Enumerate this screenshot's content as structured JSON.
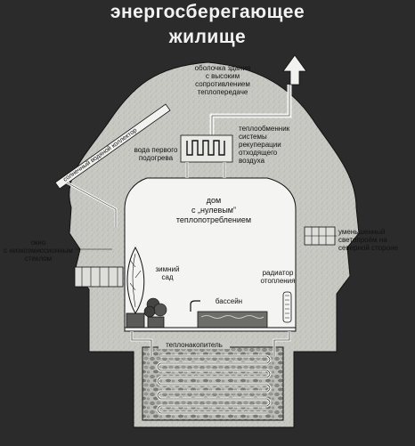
{
  "title": {
    "line1": "энергосберегающее",
    "line2": "жилище"
  },
  "labels": {
    "shell": "оболочка здания\nс высоким\nсопротивлением\nтеплопередаче",
    "collector": "солнечный водяной коллектор",
    "heat_exchanger": "теплообменник\nсистемы\nрекуперации\nотходящего\nвоздуха",
    "primary_water": "вода первого\nподогрева",
    "house": "дом\nс „нулевым”\nтеплопотреблением",
    "window_low_e": "окно\nс низкоэмиссионным\nстеклом",
    "north_opening": "уменьшенный\nсветопроём на\nсеверной стороне",
    "winter_garden": "зимний\nсад",
    "radiator": "радиатор\nотопления",
    "pool": "бассейн",
    "heat_storage": "теплонакопитель"
  },
  "colors": {
    "background": "#2b2b2b",
    "shell": "#c9c9c4",
    "interior": "#f4f4f2",
    "pipe": "#e8e8e6",
    "outline": "#111111"
  },
  "icons": [
    "exhaust-arrow-icon",
    "tree-icon",
    "shrub-icon",
    "radiator-icon",
    "heat-exchanger-icon"
  ]
}
